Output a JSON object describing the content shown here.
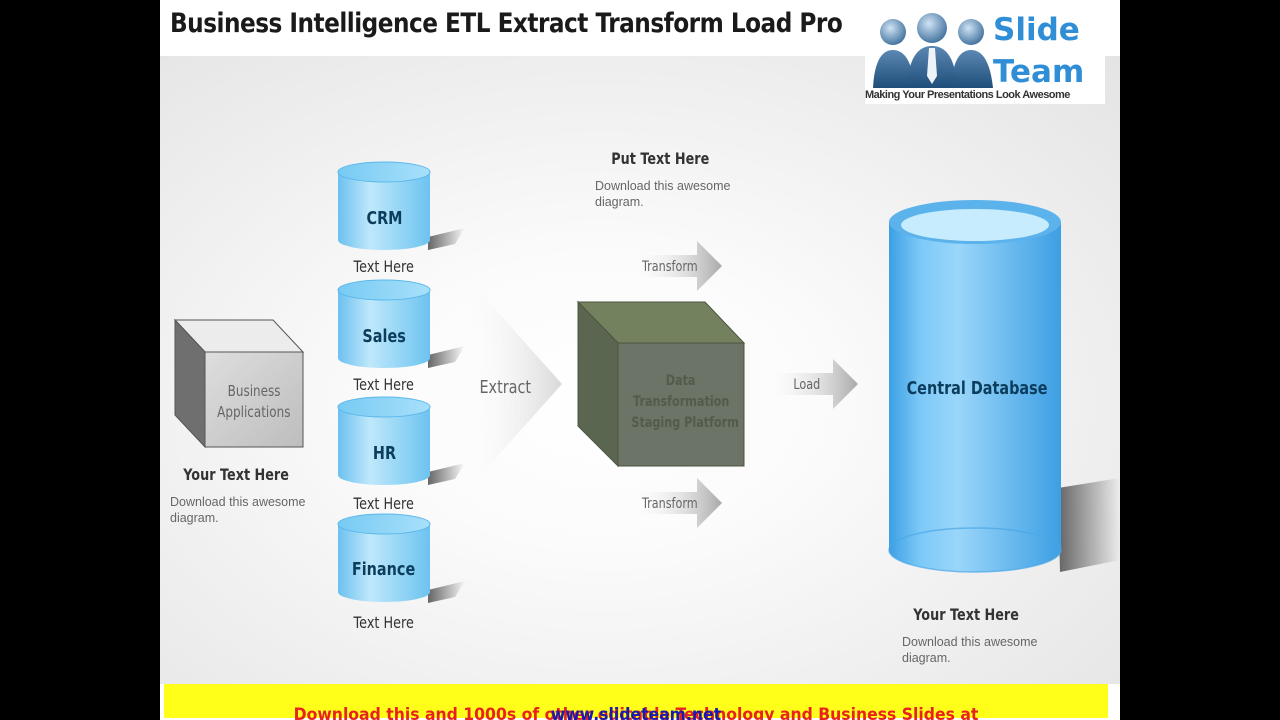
{
  "title": "Business Intelligence ETL Extract Transform Load Pro",
  "logo": {
    "name_line1": "Slide",
    "name_line2": "Team",
    "tagline": "Making Your Presentations Look Awesome"
  },
  "source": {
    "cube_label_line1": "Business",
    "cube_label_line2": "Applications",
    "caption": "Your Text Here",
    "note_line1": "Download this awesome",
    "note_line2": "diagram."
  },
  "databases": [
    {
      "label": "CRM",
      "caption": "Text Here"
    },
    {
      "label": "Sales",
      "caption": "Text Here"
    },
    {
      "label": "HR",
      "caption": "Text Here"
    },
    {
      "label": "Finance",
      "caption": "Text Here"
    }
  ],
  "extract_label": "Extract",
  "transform": {
    "heading": "Put Text Here",
    "note_line1": "Download this awesome",
    "note_line2": "diagram.",
    "arrow_top_label": "Transform",
    "arrow_bottom_label": "Transform",
    "cube_label_line1": "Data",
    "cube_label_line2": "Transformation",
    "cube_label_line3": "Staging Platform"
  },
  "load_label": "Load",
  "central": {
    "label": "Central Database",
    "caption": "Your Text Here",
    "note_line1": "Download this awesome",
    "note_line2": "diagram."
  },
  "footer": {
    "text": "Download this and 1000s of other editable Technology and Business Slides at ",
    "url": "www.slideteam.net"
  },
  "colors": {
    "cylinder": "#7fcdf3",
    "central": "#5fb4ec",
    "staging_cube": "#6d7a62",
    "footer_bg": "#ffff1a",
    "footer_text": "#e8231d"
  }
}
